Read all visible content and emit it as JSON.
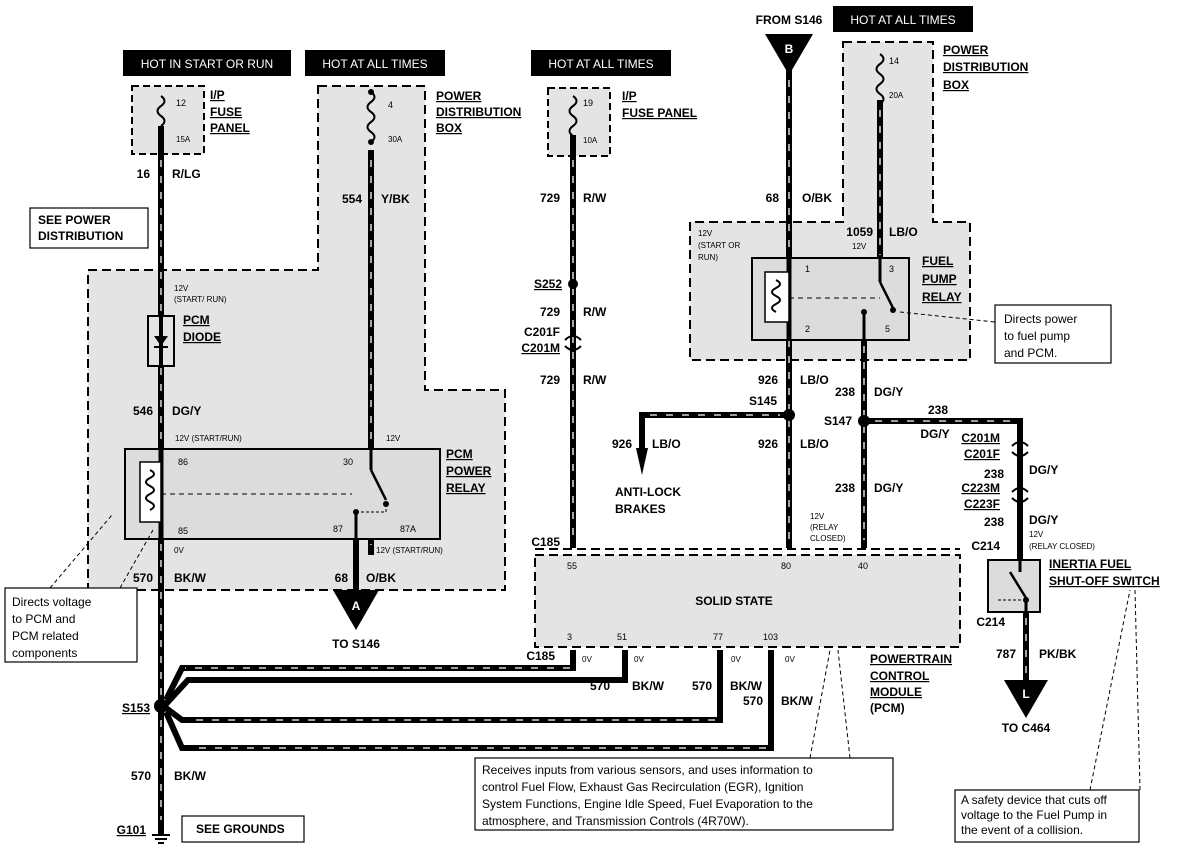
{
  "headers": {
    "pcm_fuse_power": "HOT IN START OR RUN",
    "pcm_relay_power": "HOT AT ALL TIMES",
    "abs_power": "HOT AT ALL TIMES",
    "fuel_pump_power": "HOT AT ALL TIMES"
  },
  "fuses": {
    "ip12": {
      "location": [
        "I/P",
        "FUSE",
        "PANEL"
      ],
      "number": "12",
      "rating": "15A"
    },
    "pdb4": {
      "location": [
        "POWER",
        "DISTRIBUTION",
        "BOX"
      ],
      "number": "4",
      "rating": "30A"
    },
    "ip19": {
      "location": [
        "I/P",
        "FUSE PANEL"
      ],
      "number": "19",
      "rating": "10A"
    },
    "pdb14": {
      "location": [
        "POWER",
        "DISTRIBUTION",
        "BOX"
      ],
      "number": "14",
      "rating": "20A"
    }
  },
  "wires": {
    "w16": {
      "circuit": "16",
      "color": "R/LG"
    },
    "w554": {
      "circuit": "554",
      "color": "Y/BK"
    },
    "w546": {
      "circuit": "546",
      "color": "DG/Y"
    },
    "w570_main": {
      "circuit": "570",
      "color": "BK/W"
    },
    "w68_pcm": {
      "circuit": "68",
      "color": "O/BK"
    },
    "w729_a": {
      "circuit": "729",
      "color": "R/W"
    },
    "w729_b": {
      "circuit": "729",
      "color": "R/W"
    },
    "w729_c": {
      "circuit": "729",
      "color": "R/W"
    },
    "w68_fp": {
      "circuit": "68",
      "color": "O/BK"
    },
    "w1059": {
      "circuit": "1059",
      "color": "LB/O"
    },
    "w926_a": {
      "circuit": "926",
      "color": "LB/O"
    },
    "w926_b": {
      "circuit": "926",
      "color": "LB/O"
    },
    "w926_c": {
      "circuit": "926",
      "color": "LB/O"
    },
    "w238_a": {
      "circuit": "238",
      "color": "DG/Y"
    },
    "w238_b": {
      "circuit": "238",
      "color": "DG/Y"
    },
    "w238_c": {
      "circuit": "238",
      "color": "DG/Y"
    },
    "w238_d": {
      "circuit": "238",
      "color": "DG/Y"
    },
    "w238_e": {
      "circuit": "238",
      "color": "DG/Y"
    },
    "w570_g1": {
      "circuit": "570",
      "color": "BK/W"
    },
    "w570_g2": {
      "circuit": "570",
      "color": "BK/W"
    },
    "w570_g3": {
      "circuit": "570",
      "color": "BK/W"
    },
    "w570_bottom": {
      "circuit": "570",
      "color": "BK/W"
    },
    "w787": {
      "circuit": "787",
      "color": "PK/BK"
    }
  },
  "splices": {
    "s252": "S252",
    "s145": "S145",
    "s147": "S147",
    "s153": "S153"
  },
  "connectors": {
    "c201f_l": "C201F",
    "c201m_l": "C201M",
    "c201m_r": "C201M",
    "c201f_r": "C201F",
    "c223m": "C223M",
    "c223f": "C223F",
    "c185_top": "C185",
    "c185_bot": "C185",
    "c214_top": "C214",
    "c214_bot": "C214"
  },
  "components": {
    "pcm_diode": {
      "name": [
        "PCM",
        "DIODE"
      ],
      "voltage": [
        "12V",
        "(START/ RUN)"
      ]
    },
    "pcm_relay": {
      "name": [
        "PCM",
        "POWER",
        "RELAY"
      ],
      "pins": {
        "p86": "86",
        "p85": "85",
        "p30": "30",
        "p87": "87",
        "p87a": "87A"
      },
      "v_86": "12V (START/RUN)",
      "v_30": "12V",
      "v_85": "0V",
      "v_87": "12V (START/RUN)"
    },
    "fuel_pump_relay": {
      "name": [
        "FUEL",
        "PUMP",
        "RELAY"
      ],
      "pins": {
        "p1": "1",
        "p2": "2",
        "p3": "3",
        "p5": "5"
      },
      "v_1": [
        "12V",
        "(START OR",
        "RUN)"
      ],
      "v_3": "12V"
    },
    "pcm": {
      "label": "SOLID STATE",
      "name": [
        "POWERTRAIN",
        "CONTROL",
        "MODULE",
        "(PCM)"
      ],
      "pins_top": [
        "55",
        "80",
        "40"
      ],
      "pins_bottom": [
        "3",
        "51",
        "77",
        "103"
      ],
      "pin_voltage": "0V",
      "v_40": [
        "12V",
        "(RELAY",
        "CLOSED)"
      ]
    },
    "inertia_switch": {
      "name": [
        "INERTIA FUEL",
        "SHUT-OFF SWITCH"
      ],
      "voltage": [
        "12V",
        "(RELAY CLOSED)"
      ]
    }
  },
  "refs": {
    "see_power": [
      "SEE POWER",
      "DISTRIBUTION"
    ],
    "see_grounds": "SEE GROUNDS",
    "ground": "G101",
    "from_s146": "FROM S146",
    "to_s146": "TO S146",
    "to_c464": "TO C464",
    "anti_lock": [
      "ANTI-LOCK",
      "BRAKES"
    ],
    "arrow_a": "A",
    "arrow_b": "B",
    "arrow_l": "L"
  },
  "callouts": {
    "fp_relay": [
      "Directs  power",
      "to  fuel  pump",
      "and PCM."
    ],
    "pcm_relay": [
      "Directs voltage",
      "to   PCM   and",
      "PCM      related",
      "components"
    ],
    "pcm": [
      "Receives inputs from various sensors, and uses information to",
      "control Fuel Flow, Exhaust Gas Recirculation (EGR), Ignition",
      "System Functions, Engine Idle Speed, Fuel Evaporation to the",
      "atmosphere, and Transmission Controls (4R70W)."
    ],
    "inertia": [
      "A safety device that cuts off",
      "voltage to the Fuel Pump in",
      "the event of a collision."
    ]
  }
}
